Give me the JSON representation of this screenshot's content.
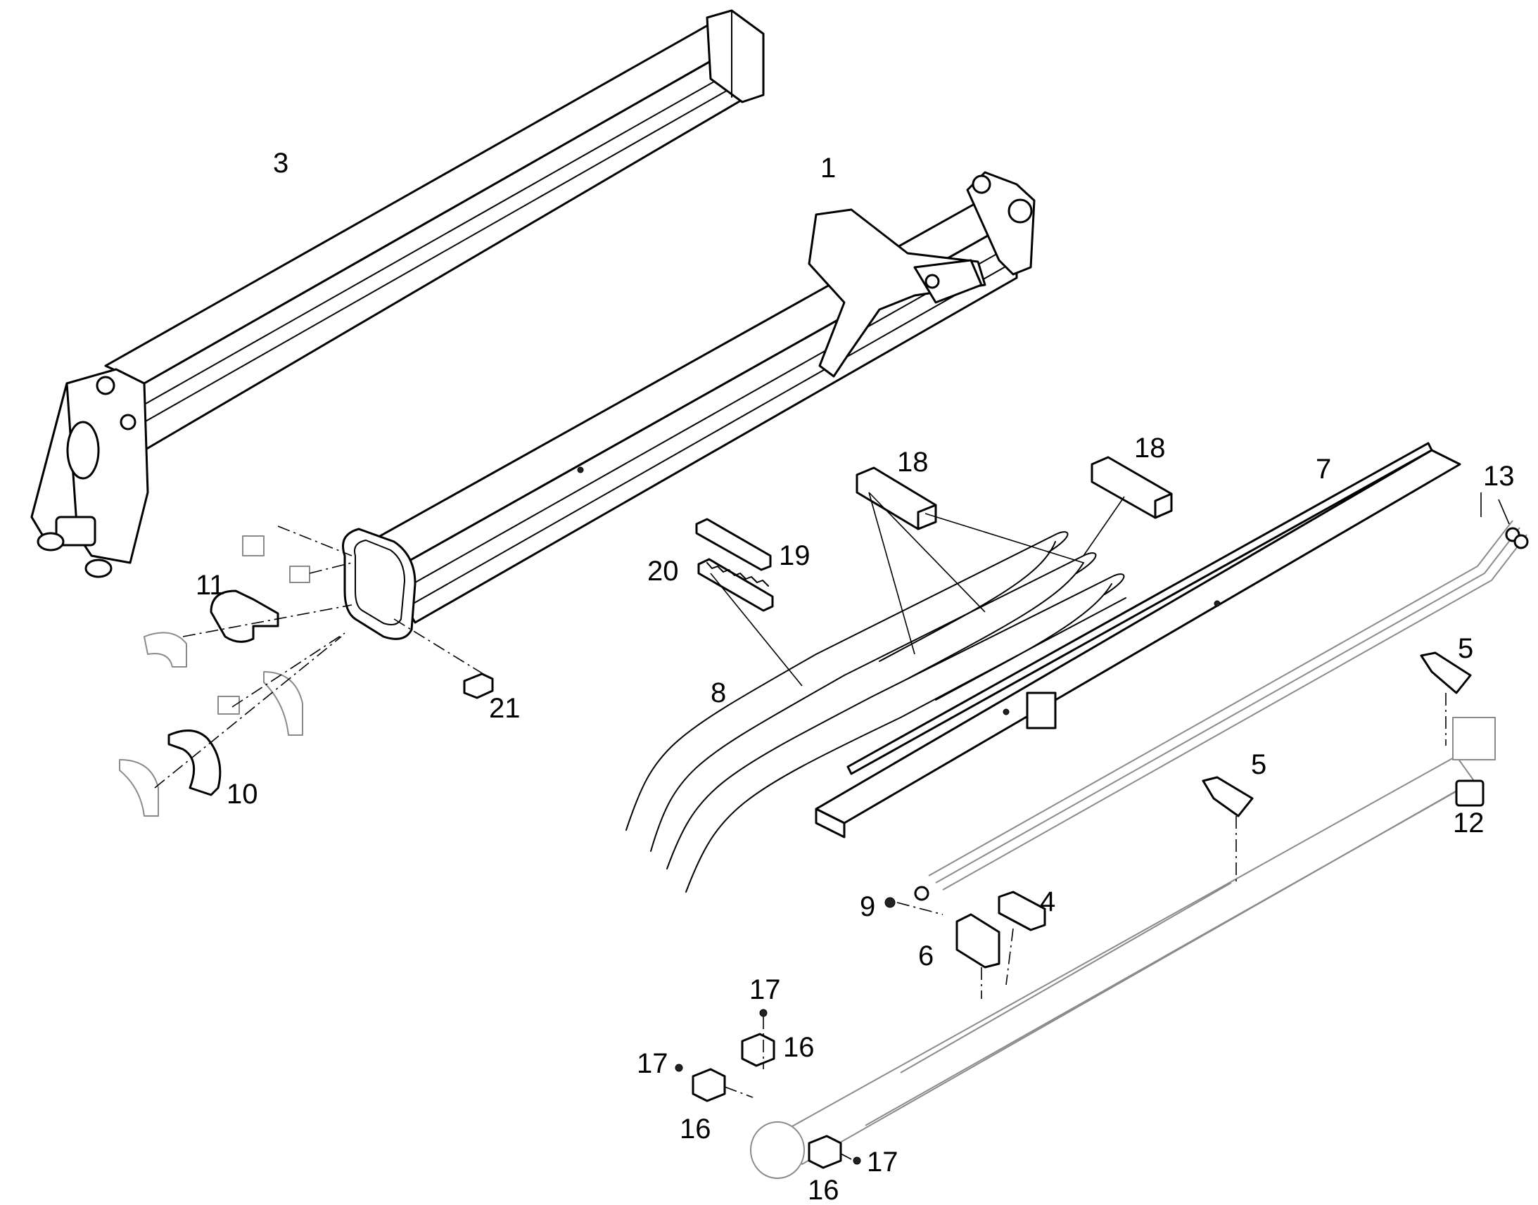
{
  "callouts": [
    {
      "id": "c3",
      "text": "3"
    },
    {
      "id": "c1",
      "text": "1"
    },
    {
      "id": "c18a",
      "text": "18"
    },
    {
      "id": "c18b",
      "text": "18"
    },
    {
      "id": "c7",
      "text": "7"
    },
    {
      "id": "c13",
      "text": "13"
    },
    {
      "id": "c19",
      "text": "19"
    },
    {
      "id": "c20",
      "text": "20"
    },
    {
      "id": "c11",
      "text": "11"
    },
    {
      "id": "c21",
      "text": "21"
    },
    {
      "id": "c8",
      "text": "8"
    },
    {
      "id": "c5a",
      "text": "5"
    },
    {
      "id": "c5b",
      "text": "5"
    },
    {
      "id": "c10",
      "text": "10"
    },
    {
      "id": "c12",
      "text": "12"
    },
    {
      "id": "c9",
      "text": "9"
    },
    {
      "id": "c4",
      "text": "4"
    },
    {
      "id": "c6",
      "text": "6"
    },
    {
      "id": "c17a",
      "text": "17"
    },
    {
      "id": "c16a",
      "text": "16"
    },
    {
      "id": "c17b",
      "text": "17"
    },
    {
      "id": "c16b",
      "text": "16"
    },
    {
      "id": "c17c",
      "text": "17"
    },
    {
      "id": "c16c",
      "text": "16"
    }
  ]
}
